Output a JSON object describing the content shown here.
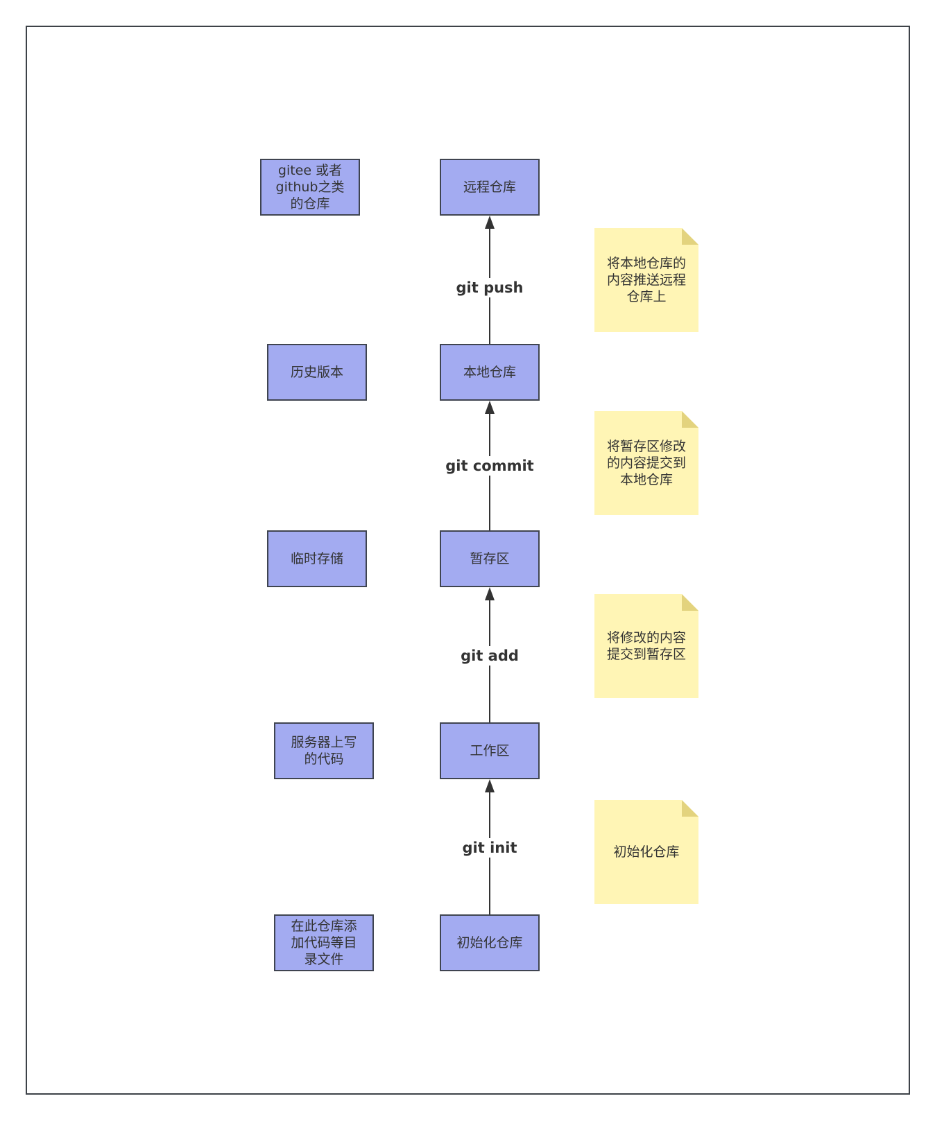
{
  "colors": {
    "box_fill": "#a3abf1",
    "box_border": "#3f4450",
    "note_fill": "#fff5b5",
    "note_fold": "#e3d37e",
    "arrow": "#333333"
  },
  "left_boxes": [
    {
      "text": "gitee 或者\ngithub之类\n的仓库"
    },
    {
      "text": "历史版本"
    },
    {
      "text": "临时存储"
    },
    {
      "text": "服务器上写\n的代码"
    },
    {
      "text": "在此仓库添\n加代码等目\n录文件"
    }
  ],
  "main_boxes": [
    {
      "text": "远程仓库"
    },
    {
      "text": "本地仓库"
    },
    {
      "text": "暂存区"
    },
    {
      "text": "工作区"
    },
    {
      "text": "初始化仓库"
    }
  ],
  "edges": [
    {
      "label": "git push"
    },
    {
      "label": "git commit"
    },
    {
      "label": "git add"
    },
    {
      "label": "git init"
    }
  ],
  "notes": [
    {
      "text": "将本地仓库的\n内容推送远程\n仓库上"
    },
    {
      "text": "将暂存区修改\n的内容提交到\n本地仓库"
    },
    {
      "text": "将修改的内容\n提交到暂存区"
    },
    {
      "text": "初始化仓库"
    }
  ]
}
